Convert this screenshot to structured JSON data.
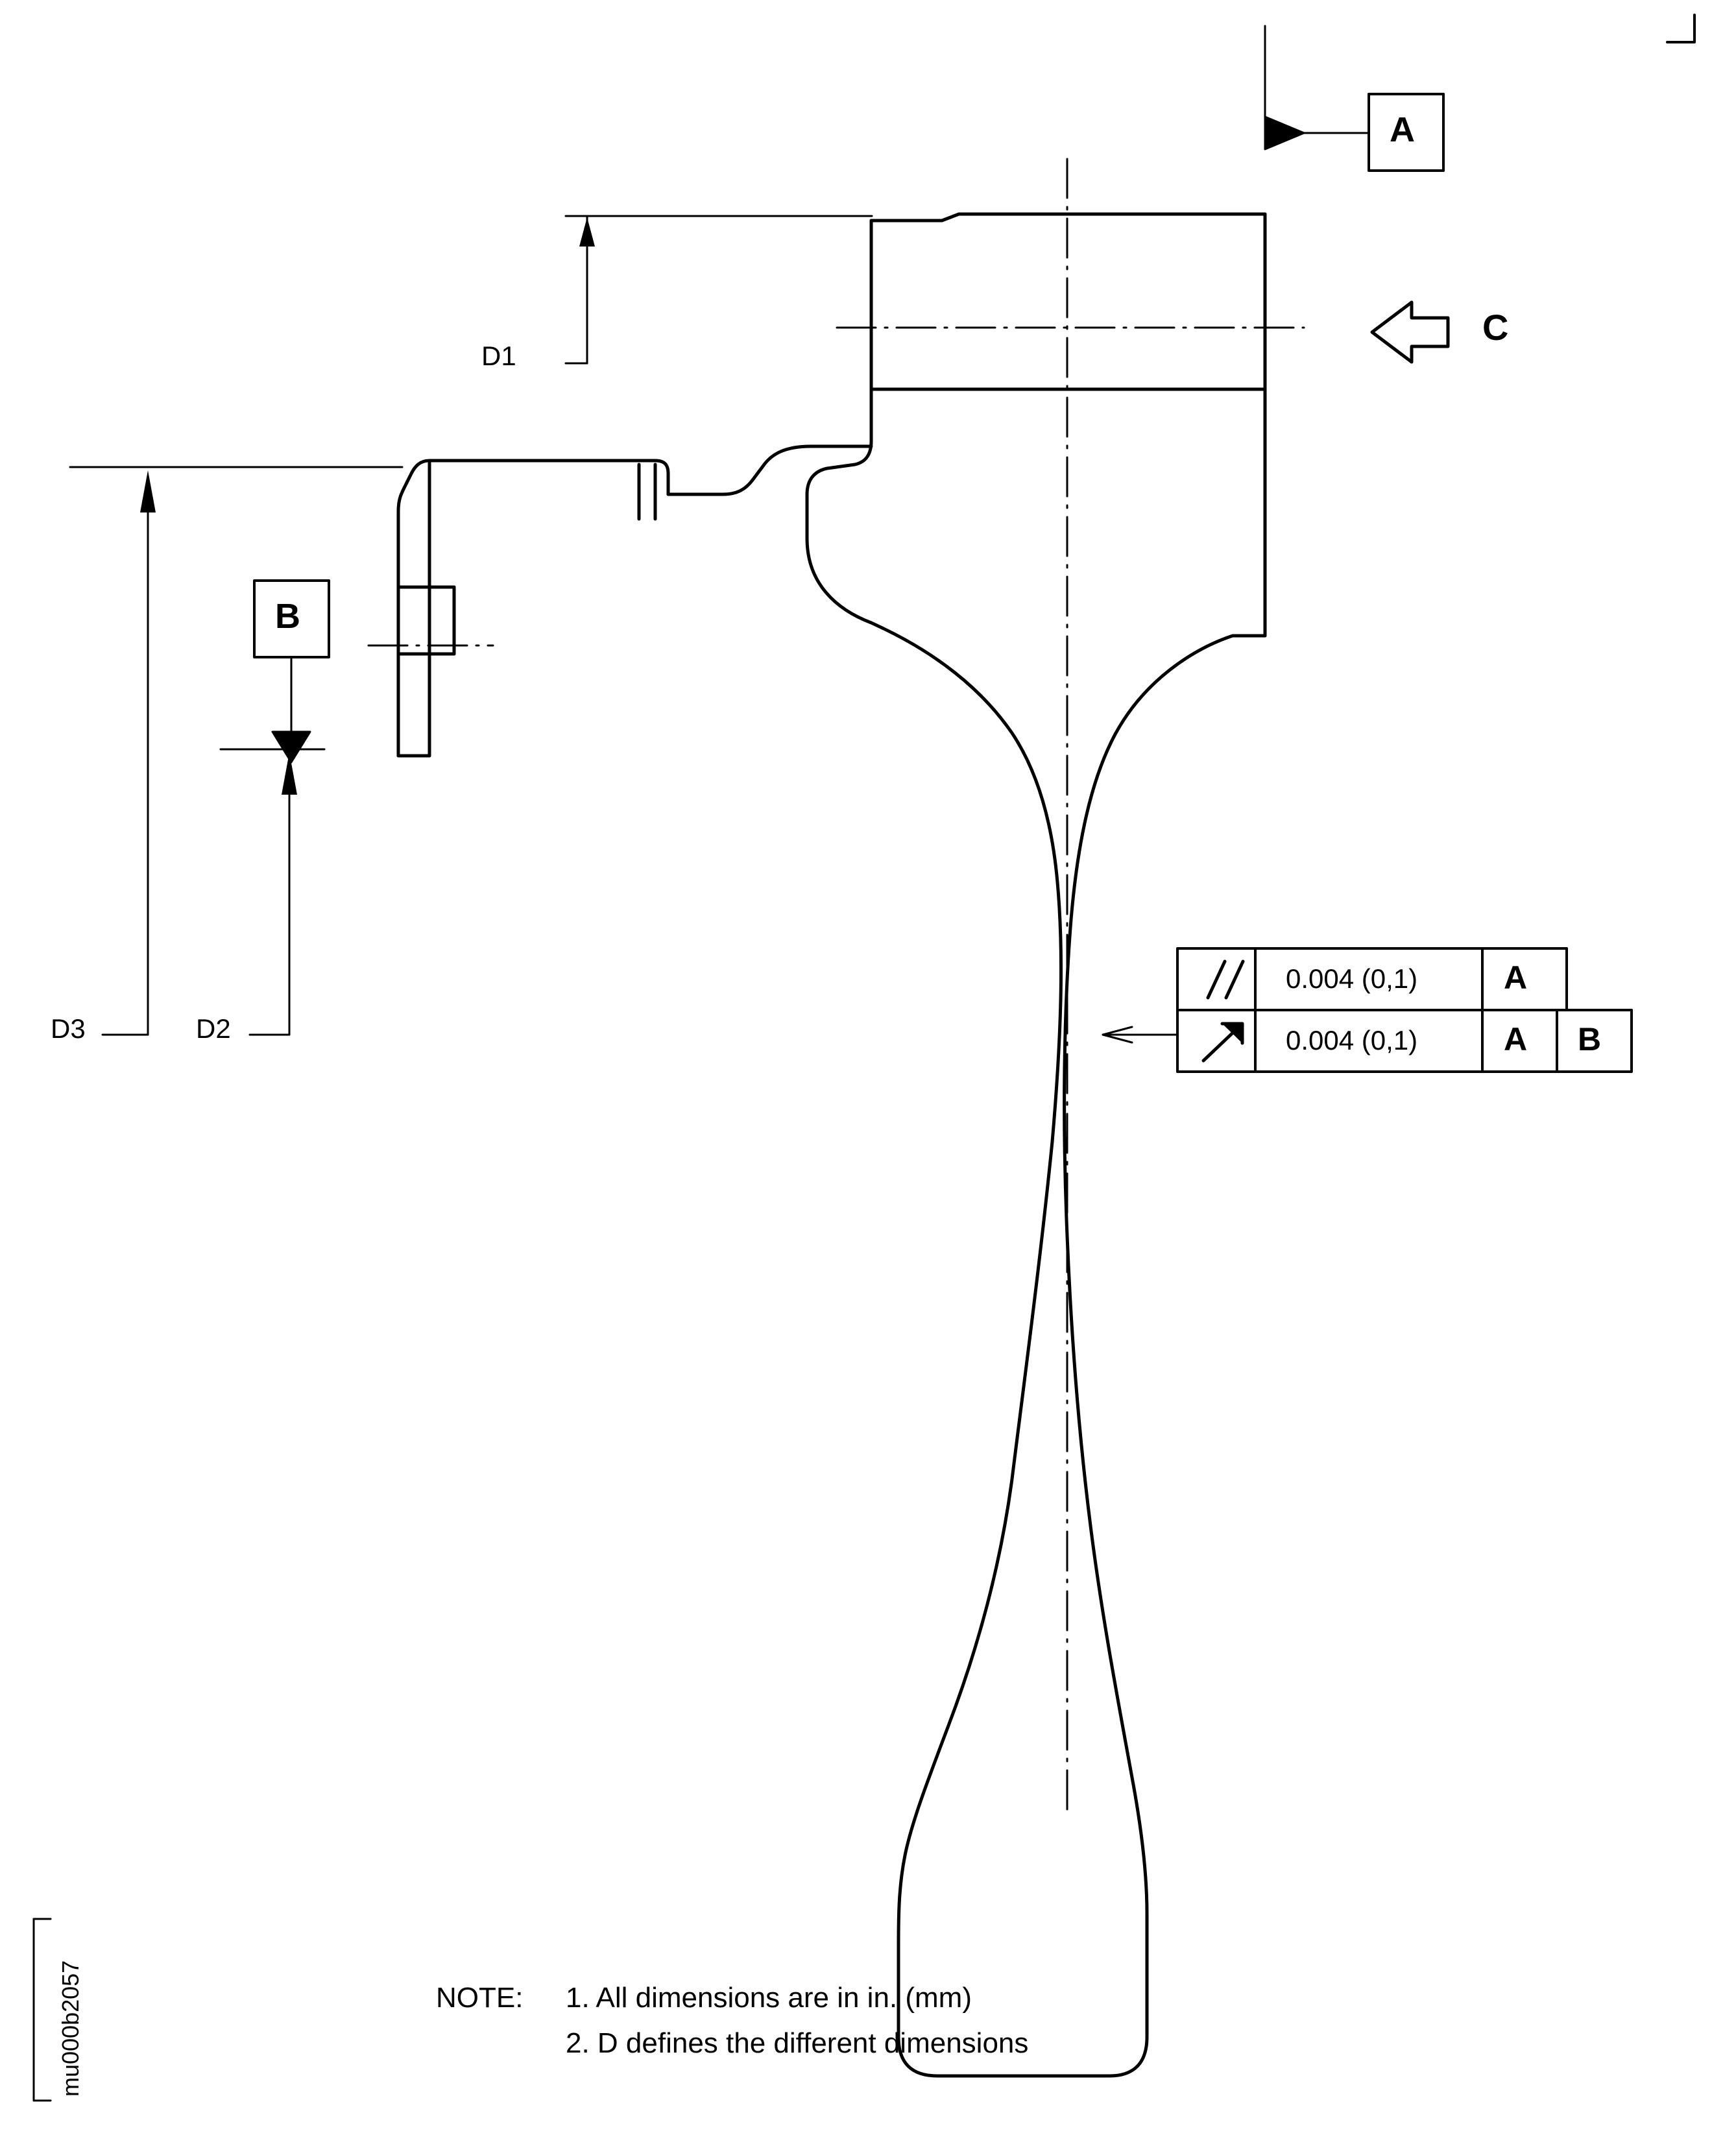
{
  "diagram": {
    "title": "Turbine blade cross-section geometric dimensioning drawing",
    "dimension_labels": [
      {
        "id": "d1",
        "text": "D1"
      },
      {
        "id": "d2",
        "text": "D2"
      },
      {
        "id": "d3",
        "text": "D3"
      }
    ],
    "datums": [
      {
        "id": "datum-a",
        "text": "A"
      },
      {
        "id": "datum-b",
        "text": "B"
      }
    ],
    "view_arrow": {
      "id": "view-c",
      "text": "C"
    },
    "feature_control_frames": [
      {
        "symbol": "parallelism",
        "symbol_glyph": "//",
        "tolerance": "0.004 (0,1)",
        "datums": [
          "A"
        ]
      },
      {
        "symbol": "profile-of-a-line",
        "symbol_glyph": "↗",
        "tolerance": "0.004 (0,1)",
        "datums": [
          "A",
          "B"
        ]
      }
    ],
    "notes": {
      "label": "NOTE:",
      "items": [
        "1. All dimensions are in in. (mm)",
        "2. D defines the different dimensions"
      ]
    },
    "figure_code": "mu000b2057",
    "colors": {
      "line": "#000000",
      "background": "#ffffff"
    }
  }
}
